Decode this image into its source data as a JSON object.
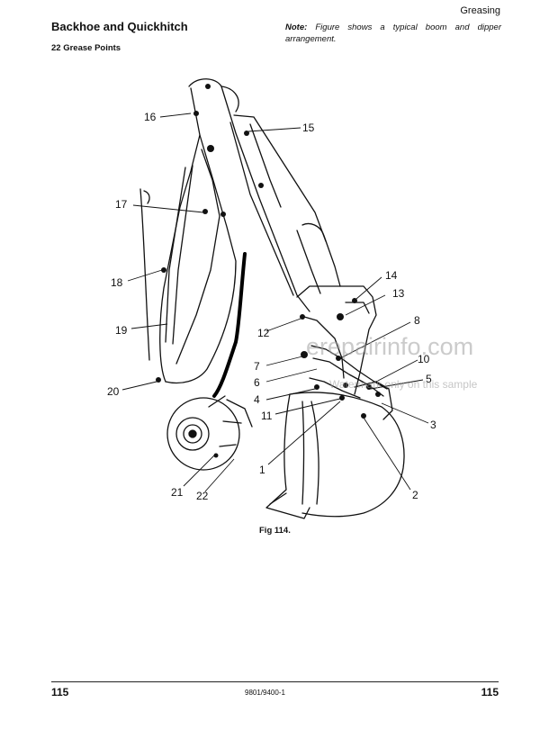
{
  "header": {
    "section": "Greasing",
    "title": "Backhoe and Quickhitch",
    "subtitle": "22 Grease Points"
  },
  "note": {
    "label": "Note:",
    "text": "Figure shows a typical boom and dipper arrangement."
  },
  "figure": {
    "caption": "Fig 114.",
    "callouts": [
      "1",
      "2",
      "3",
      "4",
      "5",
      "6",
      "7",
      "8",
      "10",
      "11",
      "12",
      "13",
      "14",
      "15",
      "16",
      "17",
      "18",
      "19",
      "20",
      "21",
      "22"
    ]
  },
  "watermark": {
    "site": "erepairinfo.com",
    "notice": "Watermark only on this sample"
  },
  "footer": {
    "page_left": "115",
    "doc_number": "9801/9400-1",
    "page_right": "115"
  }
}
